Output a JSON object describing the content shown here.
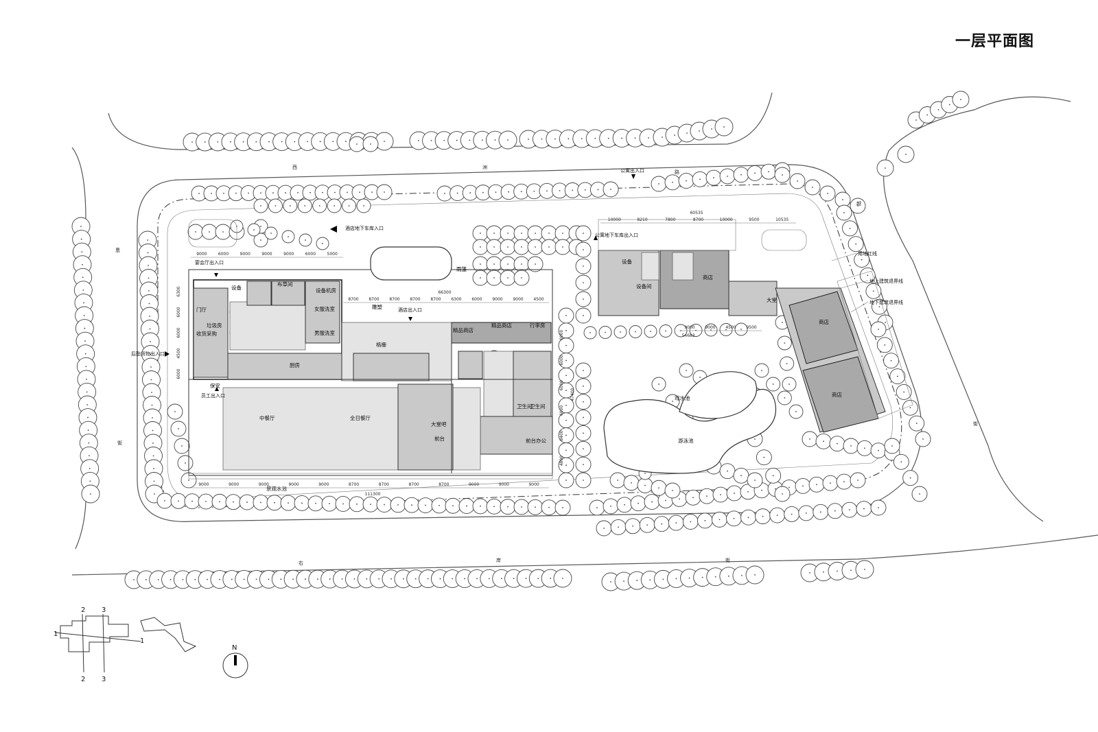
{
  "title": "一层平面图",
  "roads": {
    "north": [
      "西",
      "洲",
      "路"
    ],
    "west": [
      "恩",
      "街"
    ],
    "south": [
      "右",
      "岸",
      "街"
    ],
    "east": [
      "越",
      "街"
    ]
  },
  "entrances": {
    "banquet": "宴会厅出入口",
    "hotel_garage": "酒店地下车库入口",
    "apartment_entry": "公寓出入口",
    "apartment_garage": "公寓地下车库出入口",
    "hotel_entry": "酒店出入口",
    "logistics": "后勤货物出入口",
    "staff": "员工出入口"
  },
  "rooms": {
    "equipment": "设备",
    "storehouse": "布草间",
    "equipment_room": "设备机房",
    "lobby_door": "门厅",
    "garbage": "垃圾房",
    "receiving": "收货采购",
    "female_locker": "女服洗室",
    "male_locker": "男服洗室",
    "kitchen": "厨房",
    "security": "保安",
    "sculpture": "雕塑",
    "canopy": "雨篷",
    "atrium": "格栅",
    "boutique_1": "精品商店",
    "boutique_2": "精品商店",
    "luggage": "行李房",
    "chinese_restaurant": "中餐厅",
    "all_day_dining": "全日餐厅",
    "lobby_bar": "大堂吧",
    "front_desk": "前台",
    "front_office": "前台办公",
    "toilet_m": "卫生间",
    "toilet_f": "卫生间",
    "apt_equipment": "设备",
    "apt_equipment_room": "设备间",
    "shop_north": "商店",
    "apt_lobby": "大堂",
    "shop_east_1": "商店",
    "shop_east_2": "商店",
    "fountain_pool": "戏水池",
    "swimming_pool": "游泳池",
    "landscape_pool": "景观水池"
  },
  "legend_lines": {
    "red_line": "用地红线",
    "above_setback": "地上建筑退界线",
    "below_setback": "地下建筑退界线"
  },
  "dimensions": {
    "hotel_top": [
      "9000",
      "6000",
      "9000",
      "9000",
      "9000",
      "6000",
      "5000"
    ],
    "hotel_mid": [
      "8700",
      "8700",
      "8700",
      "8700",
      "8700",
      "6300",
      "6000",
      "9000",
      "9000",
      "4500"
    ],
    "hotel_mid_total": "66300",
    "hotel_bottom": [
      "9000",
      "9000",
      "9000",
      "9000",
      "9000",
      "8700",
      "8700",
      "8700",
      "8700",
      "9000",
      "9000",
      "9000"
    ],
    "hotel_total": "111300",
    "hotel_left": [
      "6300",
      "6000",
      "6000",
      "4500",
      "6000"
    ],
    "hotel_right": [
      "6000",
      "6000",
      "6000",
      "6000",
      "8400",
      "4800"
    ],
    "hotel_right_total": "47400",
    "apt_top": [
      "10000",
      "8210",
      "7800",
      "8700",
      "10000",
      "9500",
      "10535"
    ],
    "apt_top_total": "60535",
    "apt_mid": [
      "9000",
      "9000",
      "4500",
      "9500"
    ],
    "apt_mid_total": "54683"
  },
  "section_key": {
    "labels_top": [
      "2",
      "3"
    ],
    "labels_bottom": [
      "2",
      "3"
    ],
    "labels_side": [
      "1",
      "1"
    ],
    "north": "N"
  }
}
